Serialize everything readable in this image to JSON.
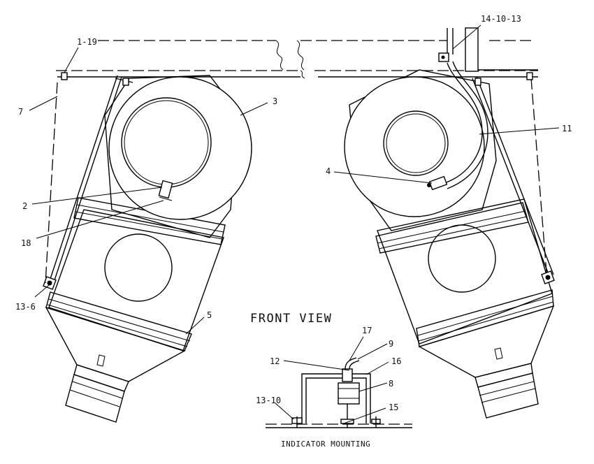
{
  "views": {
    "front_view_title": "FRONT VIEW",
    "indicator_mounting_caption": "INDICATOR MOUNTING"
  },
  "callouts": {
    "c_1_19": "1-19",
    "c_7": "7",
    "c_3": "3",
    "c_2": "2",
    "c_18": "18",
    "c_13_6": "13-6",
    "c_5": "5",
    "c_14_10_13": "14-10-13",
    "c_11": "11",
    "c_4": "4",
    "c_17": "17",
    "c_9": "9",
    "c_12": "12",
    "c_16": "16",
    "c_8": "8",
    "c_13_10": "13-10",
    "c_15": "15"
  }
}
